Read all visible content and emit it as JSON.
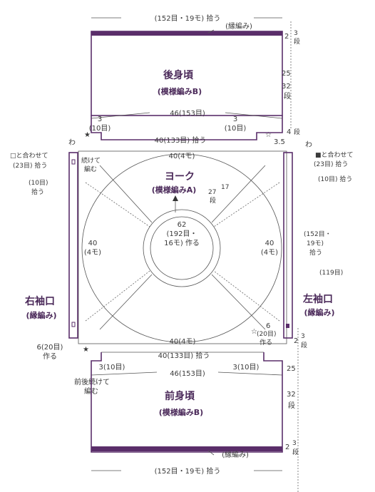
{
  "back_body": {
    "title": "後身頃",
    "pattern": "(模様編みB)",
    "top_pickup": "(152目・19モ) 拾う",
    "border": "(縁編み)",
    "border_rows_num": "2",
    "border_rows_frac": "3",
    "border_rows_unit": "段",
    "height_num": "25",
    "height_rows": "32",
    "height_unit": "段",
    "width": "46(153目)",
    "left_step_num": "3",
    "left_step_sts": "(10目)",
    "right_step_num": "3",
    "right_step_sts": "(10目)",
    "step_rows_num": "4",
    "step_rows_unit": "段",
    "star_value": "3.5"
  },
  "yoke": {
    "title": "ヨーク",
    "pattern": "(模様編みA)",
    "top_pickup": "40(133目) 拾う",
    "top_inner": "40(4モ)",
    "bottom_inner": "40(4モ)",
    "bottom_pickup": "40(133目) 拾う",
    "left_side": "40",
    "left_side_sub": "(4モ)",
    "right_side": "40",
    "right_side_sub": "(4モ)",
    "diag_num": "27",
    "diag_rows": "17",
    "diag_unit": "段",
    "center_num": "62",
    "center_sts": "(192目・",
    "center_mo": "16モ) 作る",
    "cont_note_1": "続けて",
    "cont_note_2": "編む",
    "wa_left": "わ",
    "wa_right": "わ"
  },
  "left_cuff_area": {
    "join_note": "□と合わせて",
    "join_sts": "(23目) 拾う",
    "pickup_sts": "(10目)",
    "pickup_word": "拾う",
    "title": "右袖口",
    "sub": "(縁編み)",
    "cast_on": "6(20目)",
    "cast_on_word": "作る"
  },
  "right_cuff_area": {
    "join_note": "■と合わせて",
    "join_sts": "(23目) 拾う",
    "pickup": "(10目) 拾う",
    "sts_152": "(152目・",
    "mo_19": "19モ)",
    "pickup_word": "拾う",
    "sts_119": "(119目)",
    "title": "左袖口",
    "sub": "(縁編み)",
    "cast_on_num": "6",
    "cast_on_sts": "(20目)",
    "cast_on_word": "作る",
    "rows_num": "2",
    "rows_frac": "3",
    "rows_unit": "段"
  },
  "front_body": {
    "title": "前身頃",
    "pattern": "(模様編みB)",
    "bottom_pickup": "(152目・19モ) 拾う",
    "border": "(縁編み)",
    "width": "46(153目)",
    "left_step": "3(10目)",
    "right_step": "3(10目)",
    "note_1": "前後続けて",
    "note_2": "編む",
    "height_num": "25",
    "height_rows": "32",
    "height_unit": "段",
    "border_rows_num": "2",
    "border_rows_frac": "3",
    "border_rows_unit": "段"
  },
  "colors": {
    "outline": "#5a2e6a",
    "accent": "#4b2a5a",
    "text": "#3a3a3a"
  }
}
